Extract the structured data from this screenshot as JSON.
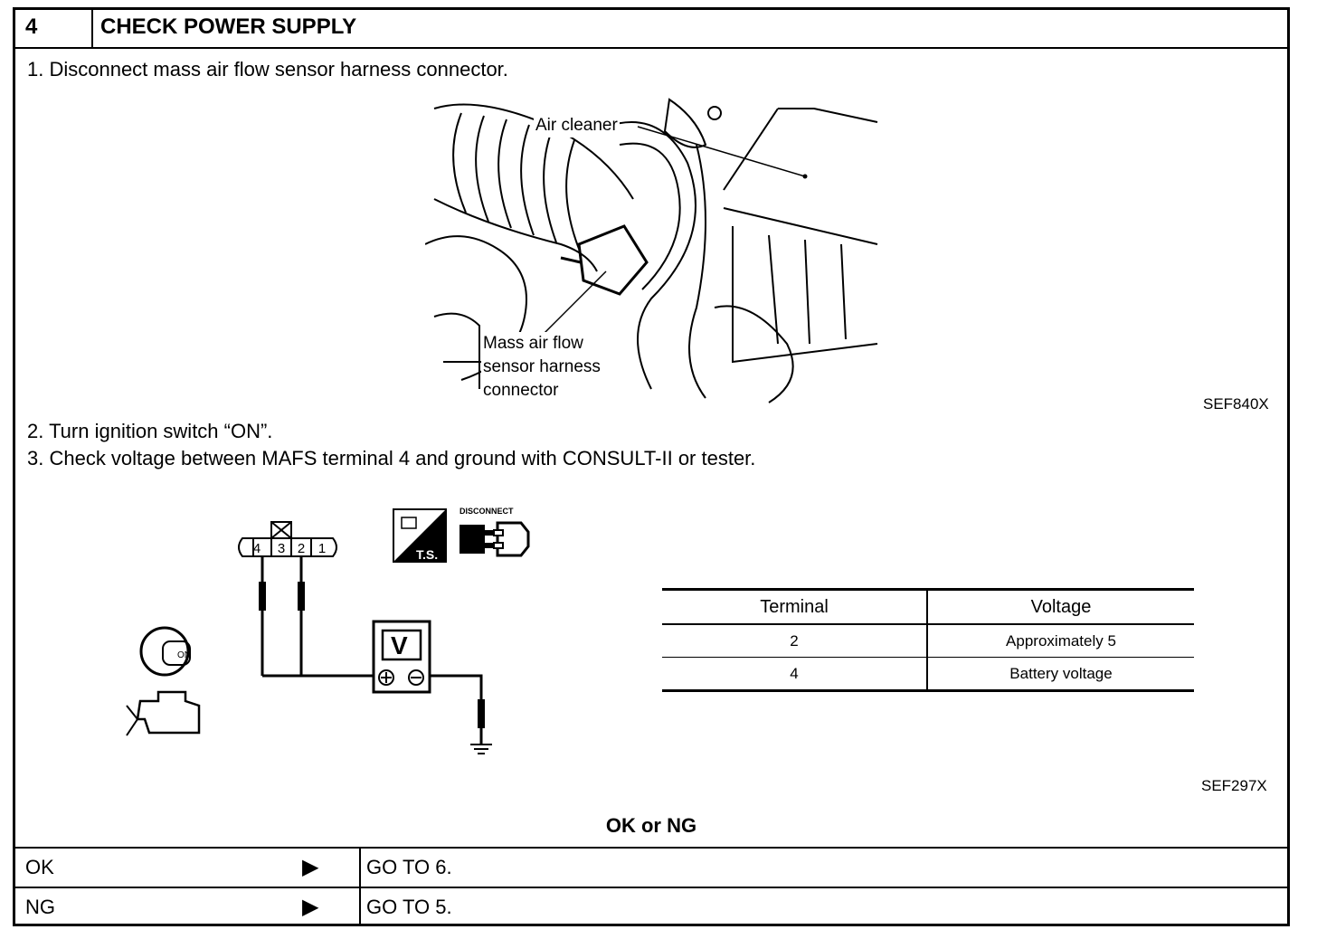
{
  "header": {
    "step_number": "4",
    "title": "CHECK POWER SUPPLY"
  },
  "steps": [
    "1. Disconnect mass air flow sensor harness connector.",
    "2. Turn ignition switch “ON”.",
    "3. Check voltage between MAFS terminal 4 and ground with CONSULT-II or tester."
  ],
  "figure1": {
    "callout_air_cleaner": "Air cleaner",
    "callout_connector_line1": "Mass air flow",
    "callout_connector_line2": "sensor harness",
    "callout_connector_line3": "connector",
    "code": "SEF840X"
  },
  "figure2": {
    "connector_terminals": [
      "4",
      "3",
      "2",
      "1"
    ],
    "meter_label": "V",
    "ts_label": "T.S.",
    "disconnect_label": "DISCONNECT",
    "ignition_label": "ON",
    "code": "SEF297X"
  },
  "voltage_table": {
    "headers": [
      "Terminal",
      "Voltage"
    ],
    "rows": [
      [
        "2",
        "Approximately 5"
      ],
      [
        "4",
        "Battery voltage"
      ]
    ]
  },
  "result": {
    "question": "OK or NG",
    "options": [
      {
        "label": "OK",
        "arrow": "▶",
        "action": "GO TO 6."
      },
      {
        "label": "NG",
        "arrow": "▶",
        "action": "GO TO 5."
      }
    ]
  }
}
